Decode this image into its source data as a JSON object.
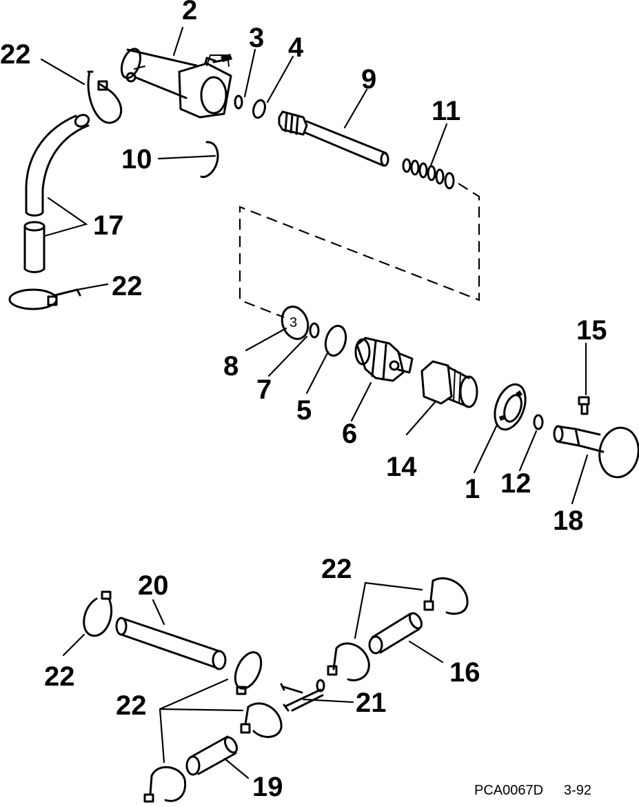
{
  "callouts": [
    {
      "id": "c2",
      "text": "2"
    },
    {
      "id": "c3",
      "text": "3"
    },
    {
      "id": "c4",
      "text": "4"
    },
    {
      "id": "c9",
      "text": "9"
    },
    {
      "id": "c11",
      "text": "11"
    },
    {
      "id": "c22a",
      "text": "22"
    },
    {
      "id": "c10",
      "text": "10"
    },
    {
      "id": "c17",
      "text": "17"
    },
    {
      "id": "c22b",
      "text": "22"
    },
    {
      "id": "c15",
      "text": "15"
    },
    {
      "id": "c8",
      "text": "8"
    },
    {
      "id": "c7",
      "text": "7"
    },
    {
      "id": "c5",
      "text": "5"
    },
    {
      "id": "c6",
      "text": "6"
    },
    {
      "id": "c14",
      "text": "14"
    },
    {
      "id": "c1",
      "text": "1"
    },
    {
      "id": "c12",
      "text": "12"
    },
    {
      "id": "c18",
      "text": "18"
    },
    {
      "id": "c20",
      "text": "20"
    },
    {
      "id": "c22c",
      "text": "22"
    },
    {
      "id": "c22d",
      "text": "22"
    },
    {
      "id": "c16",
      "text": "16"
    },
    {
      "id": "c22e",
      "text": "22"
    },
    {
      "id": "c21",
      "text": "21"
    },
    {
      "id": "c19",
      "text": "19"
    }
  ],
  "footer": {
    "code": "PCA0067D",
    "date": "3-92"
  },
  "washer_mark": "3"
}
